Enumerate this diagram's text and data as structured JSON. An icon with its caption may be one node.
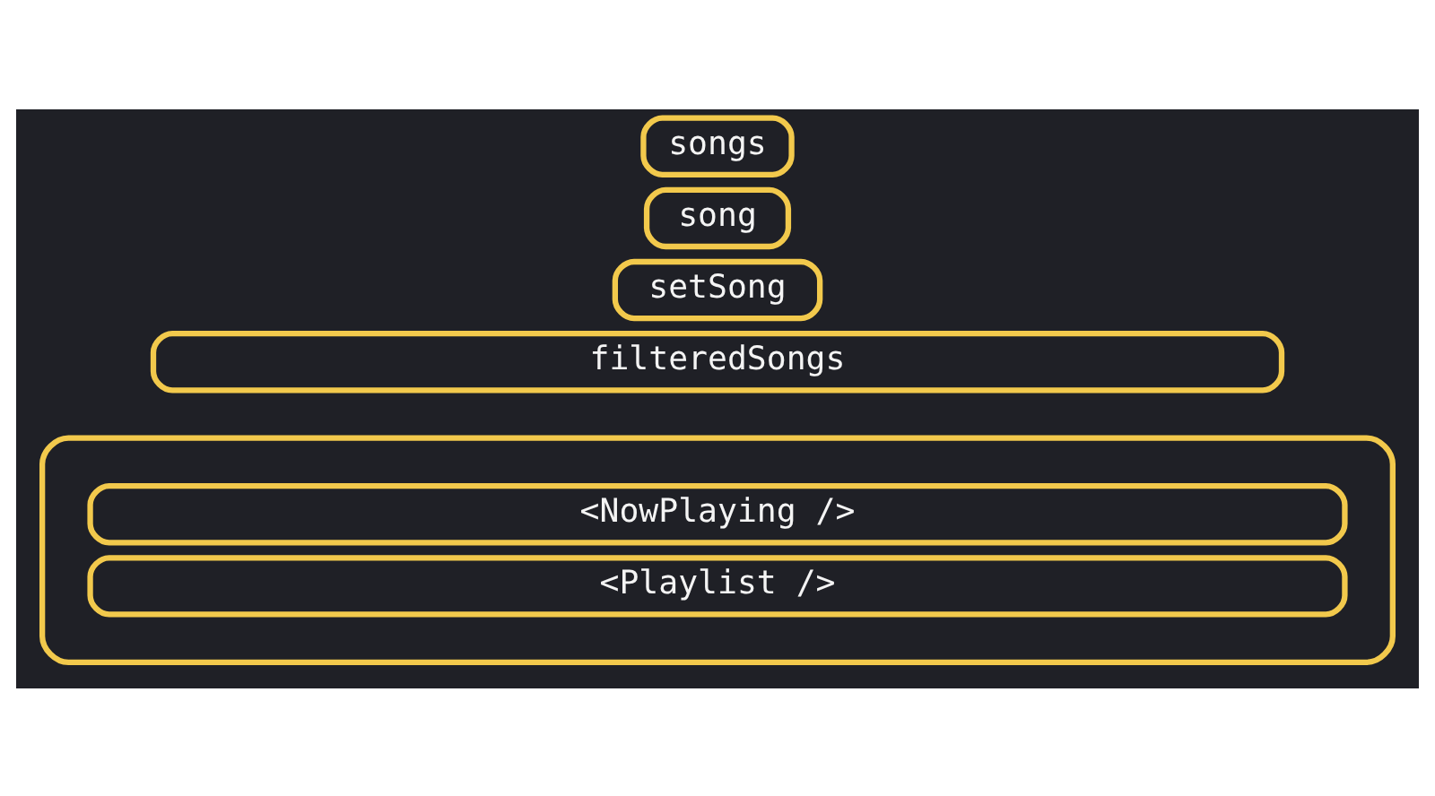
{
  "diagram": {
    "nodes": [
      {
        "text": [
          "songs"
        ]
      },
      {
        "text": [
          "song"
        ]
      },
      {
        "text": [
          "setSong"
        ]
      },
      {
        "text": [
          "filteredSongs"
        ]
      },
      {
        "text": [],
        "shape": "box"
      },
      {
        "text": [
          "<NowPlaying />"
        ],
        "in": 4
      },
      {
        "text": [
          "<Playlist />"
        ],
        "in": 4
      }
    ],
    "edges": []
  }
}
